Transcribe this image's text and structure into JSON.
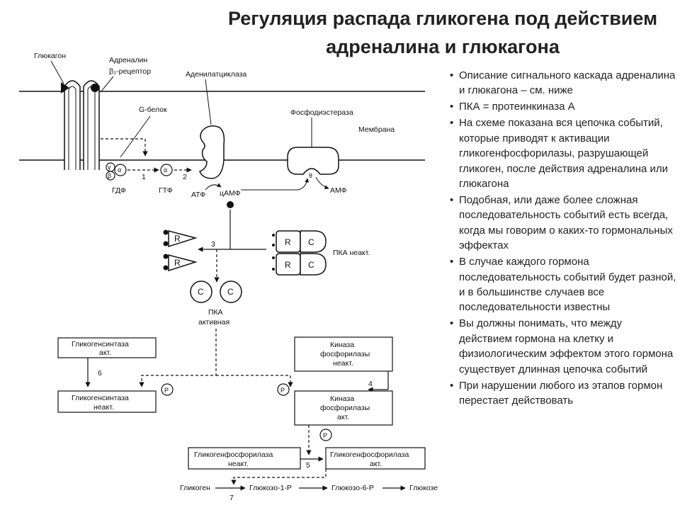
{
  "title": {
    "line1": "Регуляция распада гликогена под действием",
    "line2": "адреналина и глюкагона"
  },
  "bullets": [
    "Описание сигнального каскада адреналина и глюкагона – см. ниже",
    "ПКА = протеинкиназа А",
    "На схеме показана вся цепочка событий, которые приводят к активации гликогенфосфорилазы, разрушающей гликоген, после действия адреналина или глюкагона",
    "Подобная, или даже более сложная последовательность событий есть всегда, когда мы говорим о каких-то гормональных эффектах",
    "В случае каждого гормона последовательность событий будет разной, и в большинстве случаев все последовательности известны",
    "Вы должны понимать, что между действием гормона на клетку и физиологическим эффектом этого гормона существует длинная цепочка событий",
    "При нарушении  любого из этапов гормон перестает действовать"
  ],
  "diagram": {
    "glucagon": "Глюкагон",
    "adrenaline": "Адреналин",
    "beta2_receptor": "β₂-рецептор",
    "adenylate_cyclase": "Аденилатциклаза",
    "g_protein": "G-белок",
    "phosphodiesterase": "Фосфодиэстераза",
    "membrane": "Мембрана",
    "gamma": "γ",
    "beta": "β",
    "alpha": "α",
    "step1": "1",
    "step2": "2",
    "gdp": "ГДФ",
    "gtp": "ГТФ",
    "atp": "АТФ",
    "camp": "цАМФ",
    "amp": "АМФ",
    "theta": "θ",
    "r": "R",
    "c": "C",
    "step3": "3",
    "pka_inactive": "ПКА неакт.",
    "pka_active_1": "ПКА",
    "pka_active_2": "активная",
    "gs_active_1": "Гликогенсинтаза",
    "gs_active_2": "акт.",
    "gs_inactive_1": "Гликогенсинтаза",
    "gs_inactive_2": "неакт.",
    "step6": "6",
    "p": "P",
    "pk_inactive_1": "Киназа",
    "pk_inactive_2": "фосфорилазы",
    "pk_inactive_3": "неакт.",
    "pk_active_1": "Киназа",
    "pk_active_2": "фосфорилазы",
    "pk_active_3": "акт.",
    "step4": "4",
    "gp_inactive_1": "Гликогенфосфорилаза",
    "gp_inactive_2": "неакт.",
    "gp_active_1": "Гликогенфосфорилаза",
    "gp_active_2": "акт.",
    "step5": "5",
    "glycogen": "Гликоген",
    "g1p": "Глюкозо-1-Р",
    "g6p": "Глюкозо-6-Р",
    "glucose": "Глюкозе",
    "step7": "7"
  }
}
